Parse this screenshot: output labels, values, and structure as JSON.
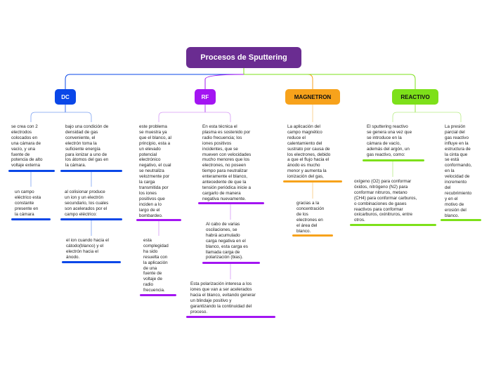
{
  "central": "Procesos de Sputtering",
  "branches": {
    "dc": "DC",
    "rf": "RF",
    "mag": "MAGNETRON",
    "rea": "REACTIVO"
  },
  "colors": {
    "central": "#6a2c91",
    "dc": "#0a47e8",
    "rf": "#a315f2",
    "magnetron": "#f7a21b",
    "reactivo": "#7de01a"
  },
  "dc": {
    "n1": "se crea con 2\nelectrodos\ncolocados en\nuna cámara de\nvacío, y una\nfuente de\npotencia de alto\nvoltaje externa",
    "n2": "un campo\neléctrico esta\nconstante\npresente en\nla cámara",
    "n3": "bajo una condición de\ndensidad de gas\nconveniente, el\nelectrón toma la\nsuficiente energía\npara ionizar a uno de\nlos átomos del gas en\nla cámara.",
    "n4": "al colisionar produce\nun ion y un electrón\nsecundario, los cuales\nson acelerados por el\ncampo eléctrico:",
    "n5": "el ion cuando hacia el\ncátodo(blanco) y el\nelectrón hacia el\nánodo."
  },
  "rf": {
    "n1": "este problema\nse muestra ya\nque el blanco, al\nprincipio, esta a\nun elevado\npotencial\nelectrónico\nnegativo, el cual\nse neutraliza\nvelozmente por\nla carga\ntransmitida por\nlos iones\npositivos que\ninciden a lo\nlargo de el\nbombardeo.",
    "n2": "esta\ncomplegidad\nha sido\nresuelta con\nla aplicación\nde una\nfuente de\nvoltaje de\nradio\nfrecuencia.",
    "n3": "En esta técnica el\nplasma es sostenido por\nradio frecuencia; los\niones positivos\nincidentes, que se\nmueven con velocidades\nmucho menores que los\nelectrones, no poseen\ntiempo para neutralizar\nenteramente el blanco,\nantecedente de que la\ntensión periódica inicie a\ncargarlo de manera\nnegativa nuevamente.",
    "n4": "Al cabo de varias\noscilaciones, se\nhabrá acumulado\ncarga negativa en el\nblanco, esta carga es\nllamada carga de\npolarización (bias).",
    "n5": "Esta polarización interesa a los\niones que van a ser acelerados\nhacia el blanco, evitando generar\nun blindaje positivo y\ngarantizando la continuidad del\nproceso."
  },
  "mag": {
    "n1": "La aplicación del\ncampo magnético\nreduce el\ncalentamiento del\nsustrato por causa de\nlos electrones, debido\na que el flujo hacia el\nánodo es mucho\nmenor y aumenta la\nionización del gas,",
    "n2": "gracias a la\nconcentración\nde los\nelectrones en\nel área del\nblanco."
  },
  "rea": {
    "n1": "El sputtering reactivo\nse genera una vez que\nse introduce en la\ncámara de vacío,\nademás del argón, un\ngas reactivo, como:",
    "n2": "oxígeno (O2) para conformar\nóxidos, nitrógeno (N2) para\nconformar nitruros, metano\n(CH4) para conformar carburos,\no combinaciones de gases\nreactivos para conformar\noxicarburos, oxinitruros, entre\notros.",
    "n3": "La presión\nparcial del\ngas reactivo\ninfluye en la\nestructura de\nla cinta que\nse está\nconformando,\nen la\nvelocidad de\nincremento\ndel\nrecubrimiento\ny en el\nmotivo de\nerosión del\nblanco."
  }
}
